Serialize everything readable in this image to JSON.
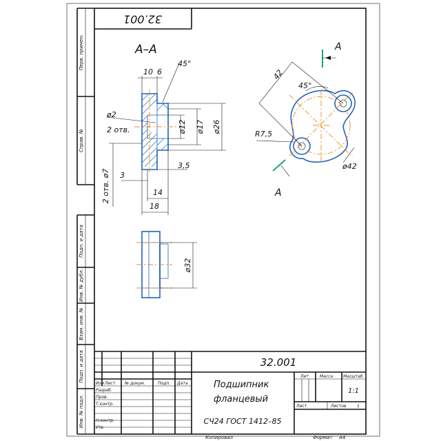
{
  "drawing": {
    "number": "32.001",
    "number_rotated": "32.001",
    "section_label": "А–А",
    "cut_letter": "А",
    "dims": {
      "d10": "10",
      "d6": "6",
      "chamfer": "45°",
      "phi2": "ø2",
      "otv2": "2 отв.",
      "phi12": "ø12",
      "phi17": "ø17",
      "phi26": "ø26",
      "phi7": "2 отв. ø7",
      "d3": "3",
      "d35": "3,5",
      "d14": "14",
      "d18": "18",
      "phi32": "ø32",
      "r75": "R7,5",
      "phi42": "ø42",
      "d42": "42",
      "a45": "45°"
    }
  },
  "side_labels": {
    "perv_primen": "Перв. примен.",
    "sprav": "Справ. №",
    "podp_data1": "Подп. и дата",
    "inv_dubl": "Инв. № дубл.",
    "vzam_inv": "Взам. инв. №",
    "podp_data2": "Подп. и дата",
    "inv_podl": "Инв. № подл."
  },
  "title_block": {
    "designation": "32.001",
    "name_line1": "Подшипник",
    "name_line2": "фланцевый",
    "material": "СЧ24 ГОСТ 1412–85",
    "col_izm": "Изм",
    "col_list": "Лист",
    "col_docnum": "№ докум.",
    "col_podp": "Подп.",
    "col_data": "Дата",
    "row_razrab": "Разраб.",
    "row_prov": "Пров.",
    "row_tkontr": "Т.контр.",
    "row_nkontr": "Н.контр.",
    "row_utv": "Утв.",
    "lit": "Лит",
    "massa": "Масса",
    "masshtab": "Масштаб",
    "scale_value": "1:1",
    "sheet_label": "Лист",
    "sheets_label": "Листов",
    "sheets_value": "1"
  },
  "footer": {
    "kopiroval": "Копировал",
    "format": "Формат",
    "format_value": "А4"
  }
}
